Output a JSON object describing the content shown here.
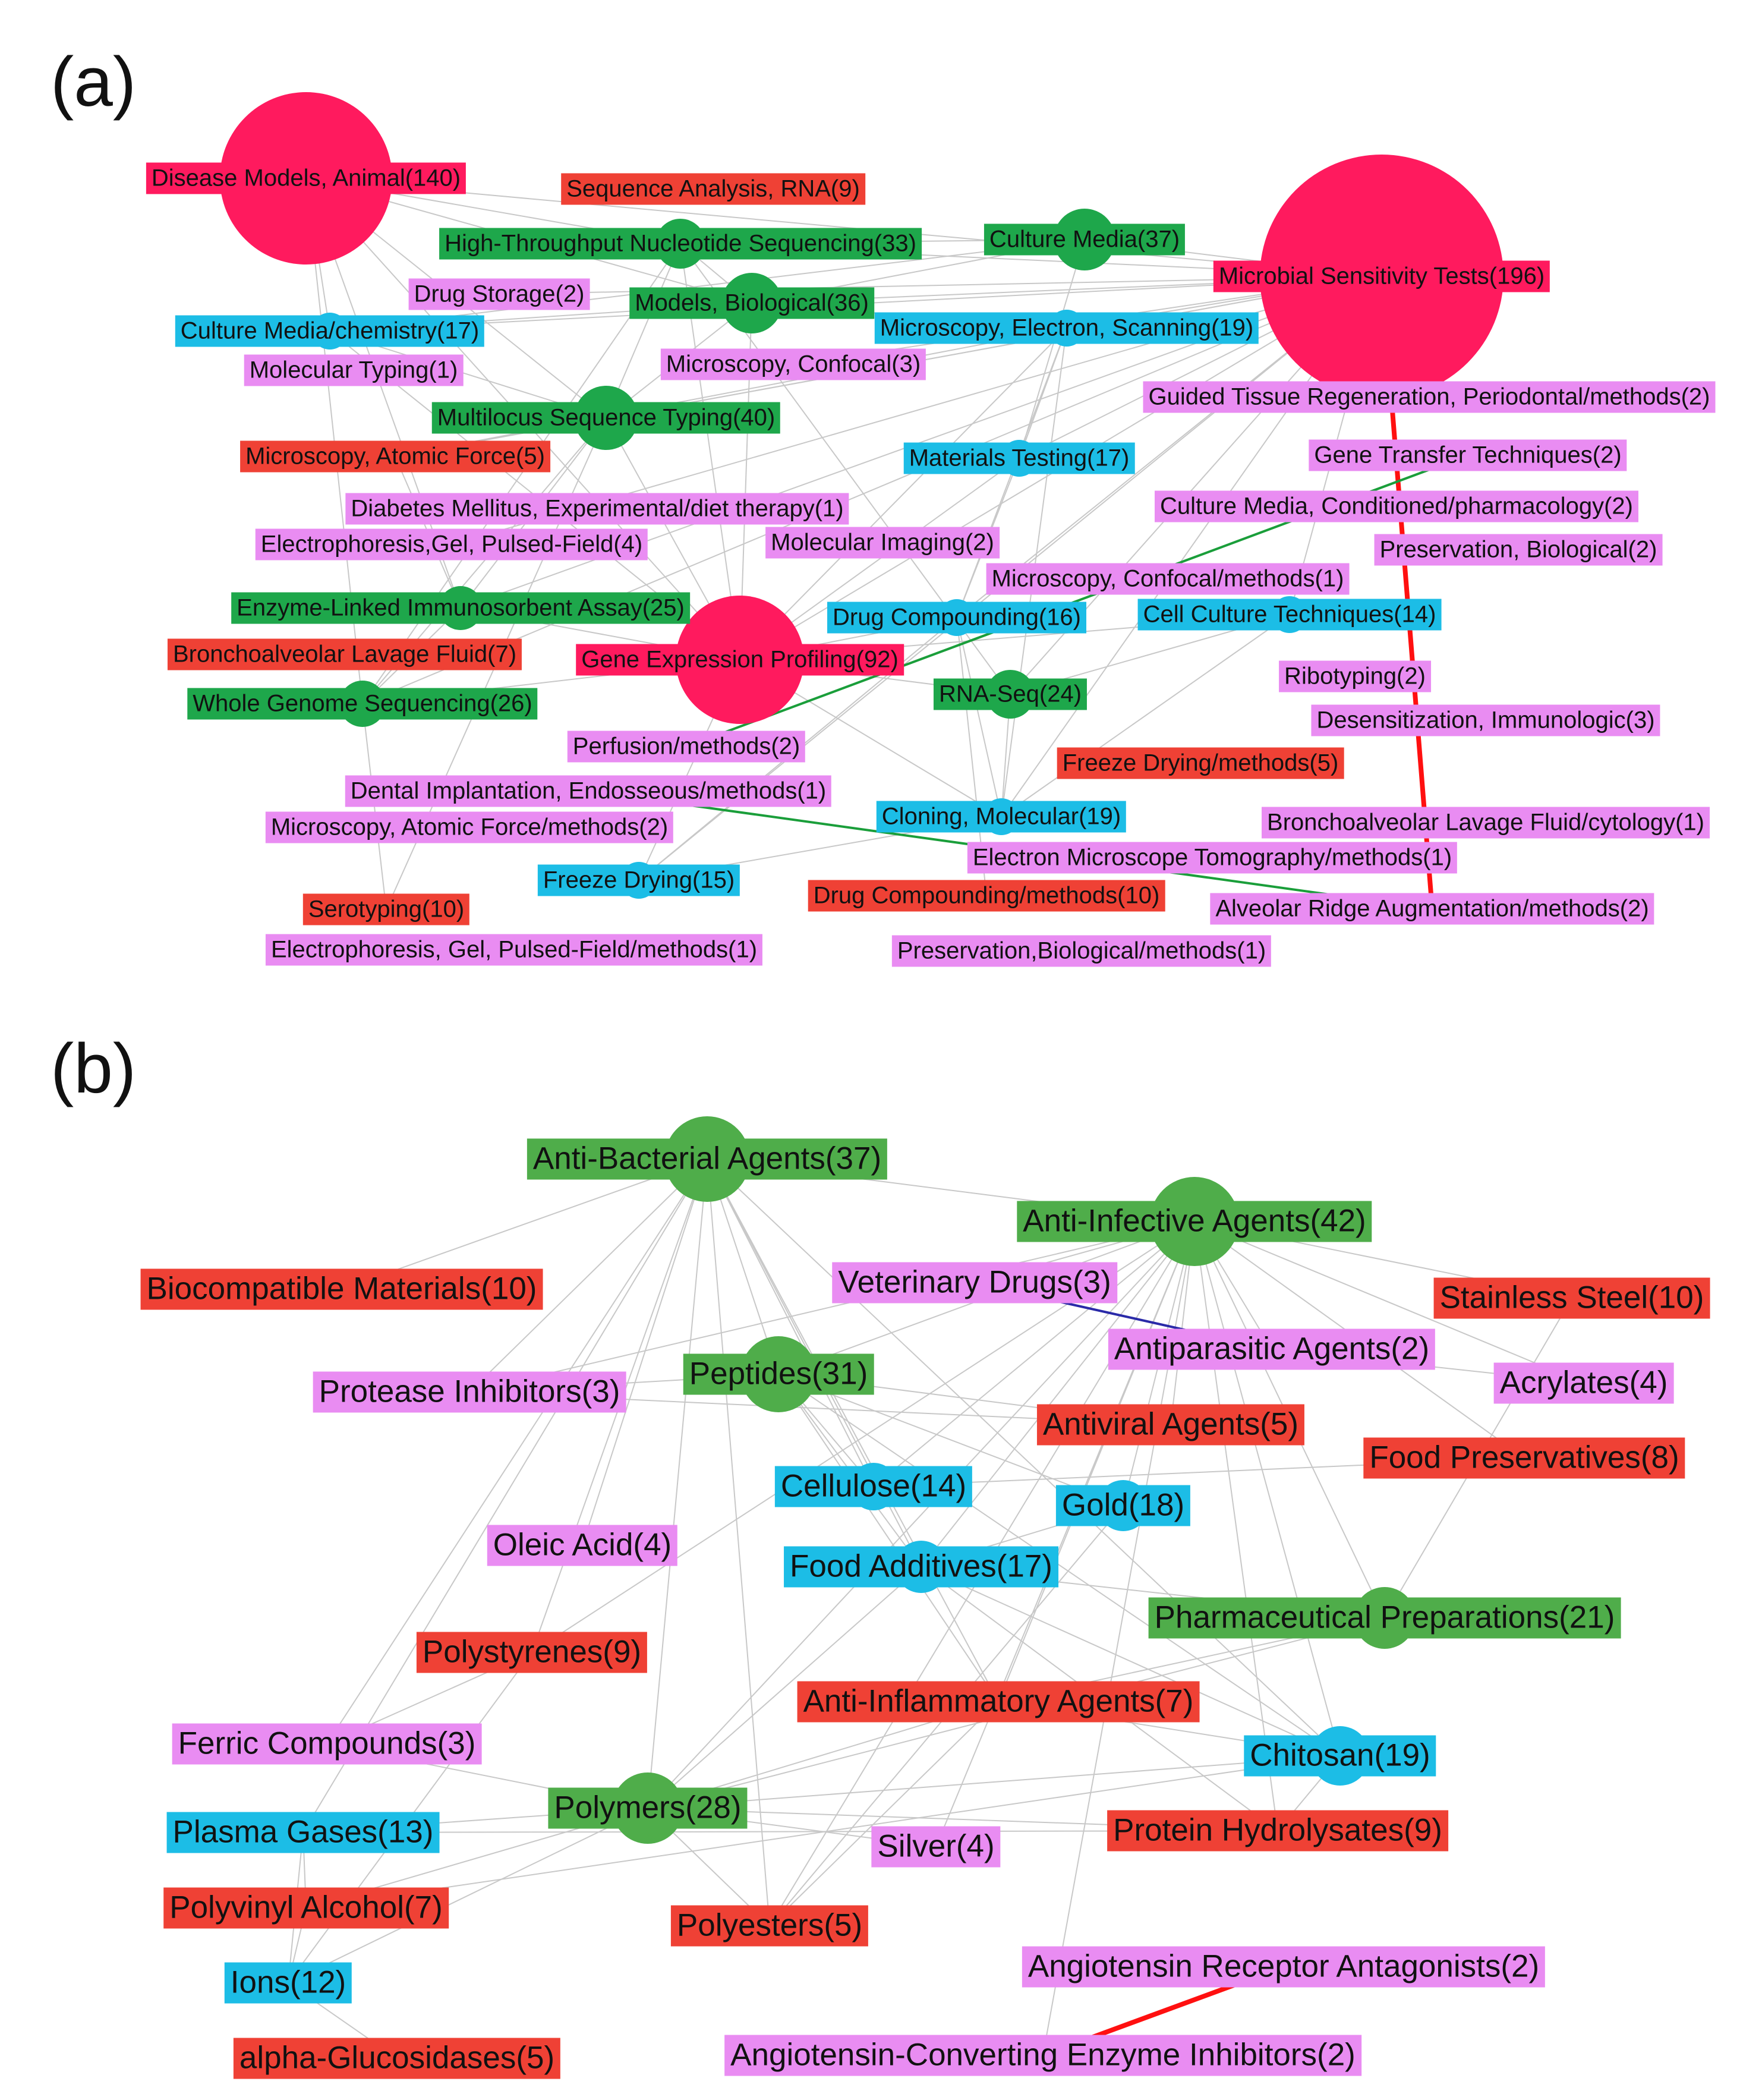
{
  "colors": {
    "crimson": "#ff1a5e",
    "green": "#1ea74b",
    "green_b": "#4fad4a",
    "cyan": "#1cbde6",
    "violet": "#e98cf2",
    "red": "#ef4135",
    "edge_gray": "#c8c8c8",
    "edge_red": "#ff1010",
    "edge_green": "#1a9e3a",
    "edge_blue": "#2a2aa8"
  },
  "panel_a": {
    "letter": "(a)",
    "nodes": [
      {
        "id": "dma",
        "label": "Disease Models, Animal(140)",
        "color": "crimson",
        "size": 140
      },
      {
        "id": "seqrna",
        "label": "Sequence Analysis, RNA(9)",
        "color": "red",
        "size": 9
      },
      {
        "id": "hts",
        "label": "High-Throughput Nucleotide Sequencing(33)",
        "color": "green",
        "size": 33
      },
      {
        "id": "cmedia",
        "label": "Culture Media(37)",
        "color": "green",
        "size": 37
      },
      {
        "id": "mst",
        "label": "Microbial Sensitivity Tests(196)",
        "color": "crimson",
        "size": 196
      },
      {
        "id": "dstor",
        "label": "Drug Storage(2)",
        "color": "violet",
        "size": 2
      },
      {
        "id": "mbio",
        "label": "Models, Biological(36)",
        "color": "green",
        "size": 36
      },
      {
        "id": "cmchem",
        "label": "Culture Media/chemistry(17)",
        "color": "cyan",
        "size": 17
      },
      {
        "id": "mes",
        "label": "Microscopy, Electron, Scanning(19)",
        "color": "cyan",
        "size": 19
      },
      {
        "id": "moltyp",
        "label": "Molecular Typing(1)",
        "color": "violet",
        "size": 1
      },
      {
        "id": "mconf",
        "label": "Microscopy, Confocal(3)",
        "color": "violet",
        "size": 3
      },
      {
        "id": "gtr",
        "label": "Guided Tissue Regeneration, Periodontal/methods(2)",
        "color": "violet",
        "size": 2
      },
      {
        "id": "mlst",
        "label": "Multilocus Sequence Typing(40)",
        "color": "green",
        "size": 40
      },
      {
        "id": "gtt",
        "label": "Gene Transfer Techniques(2)",
        "color": "violet",
        "size": 2
      },
      {
        "id": "maf",
        "label": "Microscopy, Atomic Force(5)",
        "color": "red",
        "size": 5
      },
      {
        "id": "mtest",
        "label": "Materials Testing(17)",
        "color": "cyan",
        "size": 17
      },
      {
        "id": "dmexp",
        "label": "Diabetes Mellitus, Experimental/diet therapy(1)",
        "color": "violet",
        "size": 1
      },
      {
        "id": "cmcond",
        "label": "Culture Media, Conditioned/pharmacology(2)",
        "color": "violet",
        "size": 2
      },
      {
        "id": "epf",
        "label": "Electrophoresis,Gel, Pulsed-Field(4)",
        "color": "violet",
        "size": 4
      },
      {
        "id": "molimg",
        "label": "Molecular Imaging(2)",
        "color": "violet",
        "size": 2
      },
      {
        "id": "presbio",
        "label": "Preservation, Biological(2)",
        "color": "violet",
        "size": 2
      },
      {
        "id": "mconfm",
        "label": "Microscopy, Confocal/methods(1)",
        "color": "violet",
        "size": 1
      },
      {
        "id": "elisa",
        "label": "Enzyme-Linked Immunosorbent Assay(25)",
        "color": "green",
        "size": 25
      },
      {
        "id": "dcomp",
        "label": "Drug Compounding(16)",
        "color": "cyan",
        "size": 16
      },
      {
        "id": "cct",
        "label": "Cell Culture Techniques(14)",
        "color": "cyan",
        "size": 14
      },
      {
        "id": "blf",
        "label": "Bronchoalveolar Lavage Fluid(7)",
        "color": "red",
        "size": 7
      },
      {
        "id": "gep",
        "label": "Gene Expression Profiling(92)",
        "color": "crimson",
        "size": 92
      },
      {
        "id": "ribo",
        "label": "Ribotyping(2)",
        "color": "violet",
        "size": 2
      },
      {
        "id": "wgs",
        "label": "Whole Genome Sequencing(26)",
        "color": "green",
        "size": 26
      },
      {
        "id": "rnaseq",
        "label": "RNA-Seq(24)",
        "color": "green",
        "size": 24
      },
      {
        "id": "desens",
        "label": "Desensitization, Immunologic(3)",
        "color": "violet",
        "size": 3
      },
      {
        "id": "perf",
        "label": "Perfusion/methods(2)",
        "color": "violet",
        "size": 2
      },
      {
        "id": "fdm",
        "label": "Freeze Drying/methods(5)",
        "color": "red",
        "size": 5
      },
      {
        "id": "dieo",
        "label": "Dental Implantation, Endosseous/methods(1)",
        "color": "violet",
        "size": 1
      },
      {
        "id": "mafm",
        "label": "Microscopy, Atomic Force/methods(2)",
        "color": "violet",
        "size": 2
      },
      {
        "id": "clon",
        "label": "Cloning, Molecular(19)",
        "color": "cyan",
        "size": 19
      },
      {
        "id": "blfc",
        "label": "Bronchoalveolar Lavage Fluid/cytology(1)",
        "color": "violet",
        "size": 1
      },
      {
        "id": "emt",
        "label": "Electron Microscope Tomography/methods(1)",
        "color": "violet",
        "size": 1
      },
      {
        "id": "fd",
        "label": "Freeze Drying(15)",
        "color": "cyan",
        "size": 15
      },
      {
        "id": "sero",
        "label": "Serotyping(10)",
        "color": "red",
        "size": 10
      },
      {
        "id": "dcm",
        "label": "Drug Compounding/methods(10)",
        "color": "red",
        "size": 10
      },
      {
        "id": "arm",
        "label": "Alveolar Ridge Augmentation/methods(2)",
        "color": "violet",
        "size": 2
      },
      {
        "id": "epfm",
        "label": "Electrophoresis, Gel, Pulsed-Field/methods(1)",
        "color": "violet",
        "size": 1
      },
      {
        "id": "pbm",
        "label": "Preservation,Biological/methods(1)",
        "color": "violet",
        "size": 1
      }
    ],
    "highlight_edges": [
      {
        "from": "mst",
        "to": "arm",
        "color": "edge_red"
      },
      {
        "from": "gtt",
        "to": "perf",
        "color": "edge_green"
      },
      {
        "from": "dieo",
        "to": "arm",
        "color": "edge_green"
      }
    ],
    "edges": [
      [
        "dma",
        "hts"
      ],
      [
        "dma",
        "cmchem"
      ],
      [
        "dma",
        "mlst"
      ],
      [
        "dma",
        "mbio"
      ],
      [
        "dma",
        "gep"
      ],
      [
        "dma",
        "elisa"
      ],
      [
        "dma",
        "wgs"
      ],
      [
        "dma",
        "mst"
      ],
      [
        "mst",
        "cmedia"
      ],
      [
        "mst",
        "mes"
      ],
      [
        "mst",
        "hts"
      ],
      [
        "mst",
        "mbio"
      ],
      [
        "mst",
        "mlst"
      ],
      [
        "mst",
        "mtest"
      ],
      [
        "mst",
        "gep"
      ],
      [
        "mst",
        "dcomp"
      ],
      [
        "mst",
        "cct"
      ],
      [
        "mst",
        "rnaseq"
      ],
      [
        "mst",
        "clon"
      ],
      [
        "mst",
        "wgs"
      ],
      [
        "mst",
        "elisa"
      ],
      [
        "mst",
        "gtr"
      ],
      [
        "mst",
        "cmchem"
      ],
      [
        "mst",
        "fd"
      ],
      [
        "mst",
        "maf"
      ],
      [
        "mst",
        "dstor"
      ],
      [
        "mst",
        "mconf"
      ],
      [
        "hts",
        "mlst"
      ],
      [
        "hts",
        "wgs"
      ],
      [
        "hts",
        "rnaseq"
      ],
      [
        "hts",
        "gep"
      ],
      [
        "hts",
        "cmedia"
      ],
      [
        "hts",
        "mbio"
      ],
      [
        "cmedia",
        "mbio"
      ],
      [
        "cmedia",
        "cmchem"
      ],
      [
        "cmedia",
        "mtest"
      ],
      [
        "mbio",
        "gep"
      ],
      [
        "mbio",
        "mlst"
      ],
      [
        "mbio",
        "mes"
      ],
      [
        "cmchem",
        "mlst"
      ],
      [
        "cmchem",
        "mbio"
      ],
      [
        "mlst",
        "wgs"
      ],
      [
        "mlst",
        "elisa"
      ],
      [
        "mlst",
        "sero"
      ],
      [
        "mlst",
        "gep"
      ],
      [
        "gep",
        "rnaseq"
      ],
      [
        "gep",
        "clon"
      ],
      [
        "gep",
        "elisa"
      ],
      [
        "gep",
        "wgs"
      ],
      [
        "gep",
        "dcomp"
      ],
      [
        "gep",
        "cct"
      ],
      [
        "gep",
        "fd"
      ],
      [
        "dcomp",
        "clon"
      ],
      [
        "dcomp",
        "fd"
      ],
      [
        "dcomp",
        "dcm"
      ],
      [
        "dcomp",
        "mtest"
      ],
      [
        "cct",
        "clon"
      ],
      [
        "cct",
        "rnaseq"
      ],
      [
        "mes",
        "mtest"
      ],
      [
        "mes",
        "clon"
      ],
      [
        "mes",
        "dcomp"
      ],
      [
        "mes",
        "maf"
      ],
      [
        "wgs",
        "sero"
      ],
      [
        "wgs",
        "elisa"
      ],
      [
        "rnaseq",
        "clon"
      ],
      [
        "clon",
        "fd"
      ],
      [
        "elisa",
        "maf"
      ],
      [
        "mtest",
        "gep"
      ],
      [
        "mes",
        "gep"
      ],
      [
        "mst",
        "epf"
      ],
      [
        "cmchem",
        "gep"
      ]
    ]
  },
  "panel_b": {
    "letter": "(b)",
    "nodes": [
      {
        "id": "aba",
        "label": "Anti-Bacterial Agents(37)",
        "color": "green_b",
        "size": 37
      },
      {
        "id": "aia",
        "label": "Anti-Infective Agents(42)",
        "color": "green_b",
        "size": 42
      },
      {
        "id": "bcm",
        "label": "Biocompatible Materials(10)",
        "color": "red",
        "size": 10
      },
      {
        "id": "vet",
        "label": "Veterinary Drugs(3)",
        "color": "violet",
        "size": 3
      },
      {
        "id": "ss",
        "label": "Stainless Steel(10)",
        "color": "red",
        "size": 10
      },
      {
        "id": "apa",
        "label": "Antiparasitic Agents(2)",
        "color": "violet",
        "size": 2
      },
      {
        "id": "pep",
        "label": "Peptides(31)",
        "color": "green_b",
        "size": 31
      },
      {
        "id": "acr",
        "label": "Acrylates(4)",
        "color": "violet",
        "size": 4
      },
      {
        "id": "pi",
        "label": "Protease Inhibitors(3)",
        "color": "violet",
        "size": 3
      },
      {
        "id": "ava",
        "label": "Antiviral Agents(5)",
        "color": "red",
        "size": 5
      },
      {
        "id": "fp",
        "label": "Food Preservatives(8)",
        "color": "red",
        "size": 8
      },
      {
        "id": "cel",
        "label": "Cellulose(14)",
        "color": "cyan",
        "size": 14
      },
      {
        "id": "gold",
        "label": "Gold(18)",
        "color": "cyan",
        "size": 18
      },
      {
        "id": "oa",
        "label": "Oleic Acid(4)",
        "color": "violet",
        "size": 4
      },
      {
        "id": "fa",
        "label": "Food Additives(17)",
        "color": "cyan",
        "size": 17
      },
      {
        "id": "pp",
        "label": "Pharmaceutical Preparations(21)",
        "color": "green_b",
        "size": 21
      },
      {
        "id": "ps",
        "label": "Polystyrenes(9)",
        "color": "red",
        "size": 9
      },
      {
        "id": "aif",
        "label": "Anti-Inflammatory Agents(7)",
        "color": "red",
        "size": 7
      },
      {
        "id": "fc",
        "label": "Ferric Compounds(3)",
        "color": "violet",
        "size": 3
      },
      {
        "id": "chi",
        "label": "Chitosan(19)",
        "color": "cyan",
        "size": 19
      },
      {
        "id": "pol",
        "label": "Polymers(28)",
        "color": "green_b",
        "size": 28
      },
      {
        "id": "plg",
        "label": "Plasma Gases(13)",
        "color": "cyan",
        "size": 13
      },
      {
        "id": "ph",
        "label": "Protein Hydrolysates(9)",
        "color": "red",
        "size": 9
      },
      {
        "id": "silv",
        "label": "Silver(4)",
        "color": "violet",
        "size": 4
      },
      {
        "id": "pva",
        "label": "Polyvinyl Alcohol(7)",
        "color": "red",
        "size": 7
      },
      {
        "id": "pest",
        "label": "Polyesters(5)",
        "color": "red",
        "size": 5
      },
      {
        "id": "ara",
        "label": "Angiotensin Receptor Antagonists(2)",
        "color": "violet",
        "size": 2
      },
      {
        "id": "ions",
        "label": "Ions(12)",
        "color": "cyan",
        "size": 12
      },
      {
        "id": "agl",
        "label": "alpha-Glucosidases(5)",
        "color": "red",
        "size": 5
      },
      {
        "id": "acei",
        "label": "Angiotensin-Converting Enzyme Inhibitors(2)",
        "color": "violet",
        "size": 2
      }
    ],
    "highlight_edges": [
      {
        "from": "ara",
        "to": "acei",
        "color": "edge_red"
      },
      {
        "from": "vet",
        "to": "apa",
        "color": "edge_blue"
      }
    ],
    "edges": [
      [
        "aba",
        "aia"
      ],
      [
        "aba",
        "pep"
      ],
      [
        "aba",
        "pol"
      ],
      [
        "aba",
        "cel"
      ],
      [
        "aba",
        "ps"
      ],
      [
        "aba",
        "fa"
      ],
      [
        "aba",
        "pest"
      ],
      [
        "aba",
        "oa"
      ],
      [
        "aba",
        "pi"
      ],
      [
        "aba",
        "chi"
      ],
      [
        "aba",
        "aif"
      ],
      [
        "aba",
        "bcm"
      ],
      [
        "aba",
        "fc"
      ],
      [
        "aba",
        "plg"
      ],
      [
        "aia",
        "pep"
      ],
      [
        "aia",
        "ava"
      ],
      [
        "aia",
        "apa"
      ],
      [
        "aia",
        "cel"
      ],
      [
        "aia",
        "gold"
      ],
      [
        "aia",
        "fa"
      ],
      [
        "aia",
        "pp"
      ],
      [
        "aia",
        "chi"
      ],
      [
        "aia",
        "pol"
      ],
      [
        "aia",
        "aif"
      ],
      [
        "aia",
        "ph"
      ],
      [
        "aia",
        "fp"
      ],
      [
        "aia",
        "ss"
      ],
      [
        "aia",
        "vet"
      ],
      [
        "aia",
        "pest"
      ],
      [
        "aia",
        "silv"
      ],
      [
        "aia",
        "acr"
      ],
      [
        "aia",
        "ps"
      ],
      [
        "aia",
        "pi"
      ],
      [
        "aia",
        "acei"
      ],
      [
        "pep",
        "ava"
      ],
      [
        "pep",
        "cel"
      ],
      [
        "pep",
        "fa"
      ],
      [
        "pep",
        "pi"
      ],
      [
        "pep",
        "gold"
      ],
      [
        "pep",
        "aif"
      ],
      [
        "pep",
        "chi"
      ],
      [
        "pi",
        "ava"
      ],
      [
        "pol",
        "fc"
      ],
      [
        "pol",
        "silv"
      ],
      [
        "pol",
        "plg"
      ],
      [
        "pol",
        "pva"
      ],
      [
        "pol",
        "ions"
      ],
      [
        "pol",
        "chi"
      ],
      [
        "pol",
        "aif"
      ],
      [
        "pol",
        "fa"
      ],
      [
        "pol",
        "ph"
      ],
      [
        "pol",
        "pest"
      ],
      [
        "pol",
        "pp"
      ],
      [
        "plg",
        "pva"
      ],
      [
        "plg",
        "ions"
      ],
      [
        "pva",
        "ions"
      ],
      [
        "pva",
        "chi"
      ],
      [
        "ions",
        "agl"
      ],
      [
        "ions",
        "ps"
      ],
      [
        "gold",
        "fa"
      ],
      [
        "gold",
        "pest"
      ],
      [
        "chi",
        "ph"
      ],
      [
        "chi",
        "aif"
      ],
      [
        "chi",
        "fa"
      ],
      [
        "fa",
        "ph"
      ],
      [
        "fa",
        "pp"
      ],
      [
        "ps",
        "fc"
      ],
      [
        "pp",
        "aif"
      ],
      [
        "fp",
        "cel"
      ],
      [
        "ss",
        "pp"
      ],
      [
        "acr",
        "apa"
      ],
      [
        "pest",
        "aif"
      ],
      [
        "plg",
        "ph"
      ]
    ]
  }
}
